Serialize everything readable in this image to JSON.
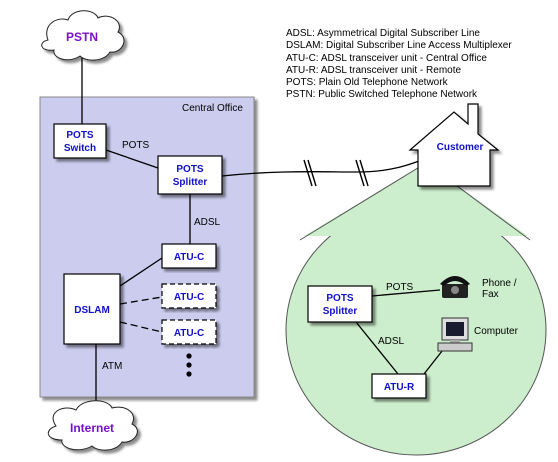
{
  "legend": [
    "ADSL: Asymmetrical Digital Subscriber Line",
    "DSLAM: Digital Subscriber Line Access Multiplexer",
    "ATU-C: ADSL transceiver unit - Central Office",
    "ATU-R: ADSL transceiver unit - Remote",
    "POTS: Plain Old Telephone Network",
    "PSTN: Public Switched Telephone Network"
  ],
  "clouds": {
    "pstn": "PSTN",
    "internet": "Internet"
  },
  "central_office": {
    "title": "Central Office",
    "pots_switch": [
      "POTS",
      "Switch"
    ],
    "pots_splitter": [
      "POTS",
      "Splitter"
    ],
    "dslam": "DSLAM",
    "atu_c": [
      "ATU-C",
      "ATU-C",
      "ATU-C"
    ],
    "link_pots": "POTS",
    "link_adsl": "ADSL",
    "link_atm": "ATM"
  },
  "customer": {
    "house": "Customer",
    "pots_splitter": [
      "POTS",
      "Splitter"
    ],
    "atu_r": "ATU-R",
    "link_pots": "POTS",
    "link_adsl": "ADSL",
    "phone": [
      "Phone /",
      "Fax"
    ],
    "computer": "Computer"
  },
  "colors": {
    "office_fill": "#ccccee",
    "bubble_fill": "#cceecc",
    "box_text": "#1010c8",
    "cloud_text": "#7a10c8"
  }
}
